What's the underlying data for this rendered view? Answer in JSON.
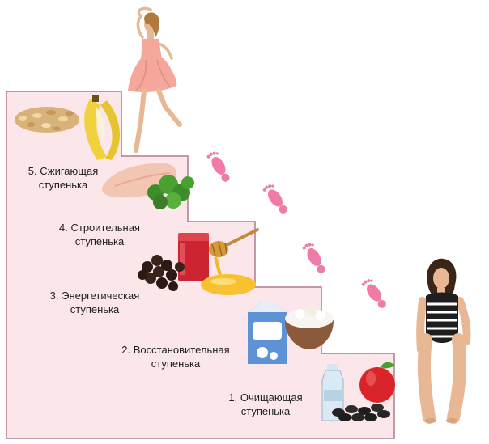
{
  "steps": [
    {
      "number": "1.",
      "line1": "Очищающая",
      "line2": "ступенька"
    },
    {
      "number": "2.",
      "line1": "Восстановительная",
      "line2": "ступенька"
    },
    {
      "number": "3.",
      "line1": "Энергетическая",
      "line2": "ступенька"
    },
    {
      "number": "4.",
      "line1": "Строительная",
      "line2": "ступенька"
    },
    {
      "number": "5.",
      "line1": "Сжигающая",
      "line2": "ступенька"
    }
  ],
  "colors": {
    "staircase_fill": "#fbe6ea",
    "staircase_stroke": "#b07b8a",
    "footprint": "#f07aa8",
    "dress": "#f5a79b",
    "swimsuit": "#1e1e1e",
    "skin": "#e8b894"
  },
  "illustrations": {
    "top": [
      "slim-woman-dancing",
      "oat-flakes",
      "banana"
    ],
    "step5": [
      "chicken-fillet",
      "parsley"
    ],
    "step4": [
      "red-juice-glass",
      "honey-dipper",
      "honey"
    ],
    "step3": [
      "raisins"
    ],
    "step2": [
      "milk-carton",
      "cottage-cheese-bowl"
    ],
    "step1": [
      "water-bottle",
      "apple",
      "activated-charcoal"
    ],
    "bottom_right": "plump-woman-in-swimsuit",
    "path": "footprints"
  }
}
